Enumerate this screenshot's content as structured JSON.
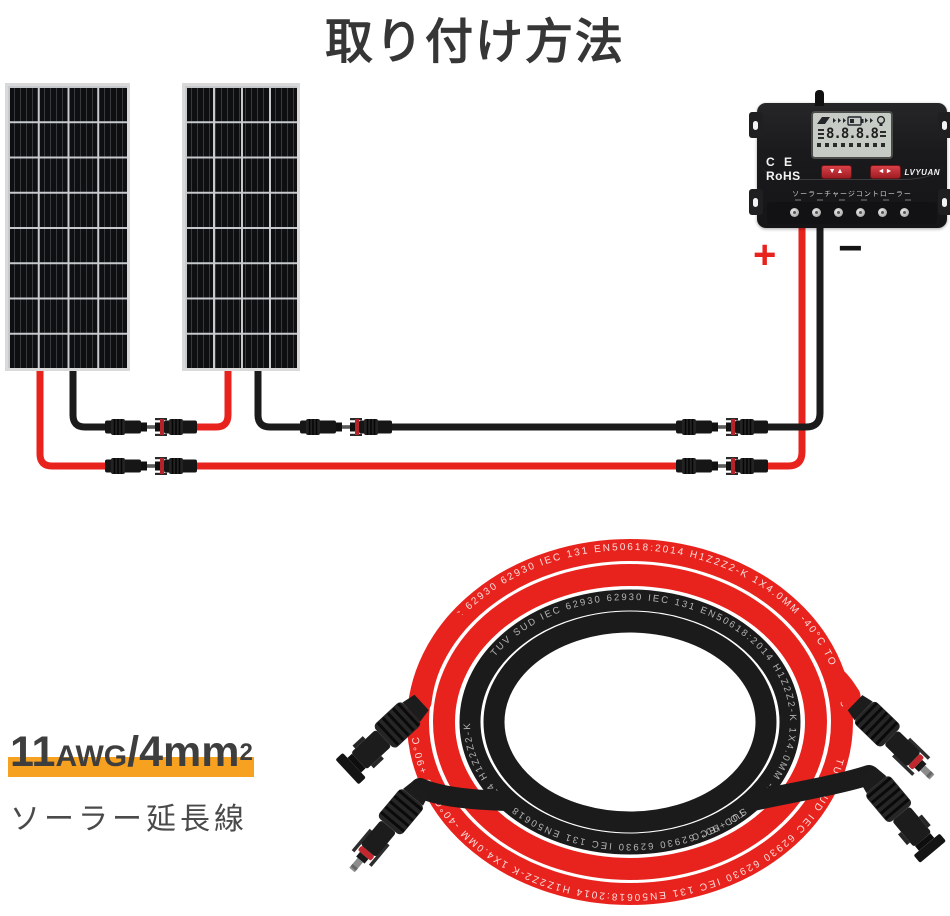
{
  "title": "取り付け方法",
  "diagram": {
    "polarity_plus": "+",
    "polarity_minus": "−"
  },
  "controller": {
    "brand": "LVYUAN",
    "cert_line1": "C E",
    "cert_line2": "RoHS",
    "display_value": "8.8.8.8",
    "label_jp": "ソーラーチャージコントローラー",
    "button_arrows": "▼▲",
    "button_set": "◄►"
  },
  "cable_spec": {
    "gauge_big": "11",
    "gauge_unit": "AWG",
    "size": "/4mm",
    "size_sup": "2",
    "label": "ソーラー延長線"
  },
  "cable_print": "TUV SUD IEC 62930  62930  IEC 131  EN50618:2014  H1Z2Z2-K  1X4.0MM  -40°C TO +90°C",
  "colors": {
    "wire_red": "#e8231d",
    "wire_black": "#1b1b1b",
    "highlight_orange": "#f6a11f",
    "button_red": "#c9252b"
  }
}
